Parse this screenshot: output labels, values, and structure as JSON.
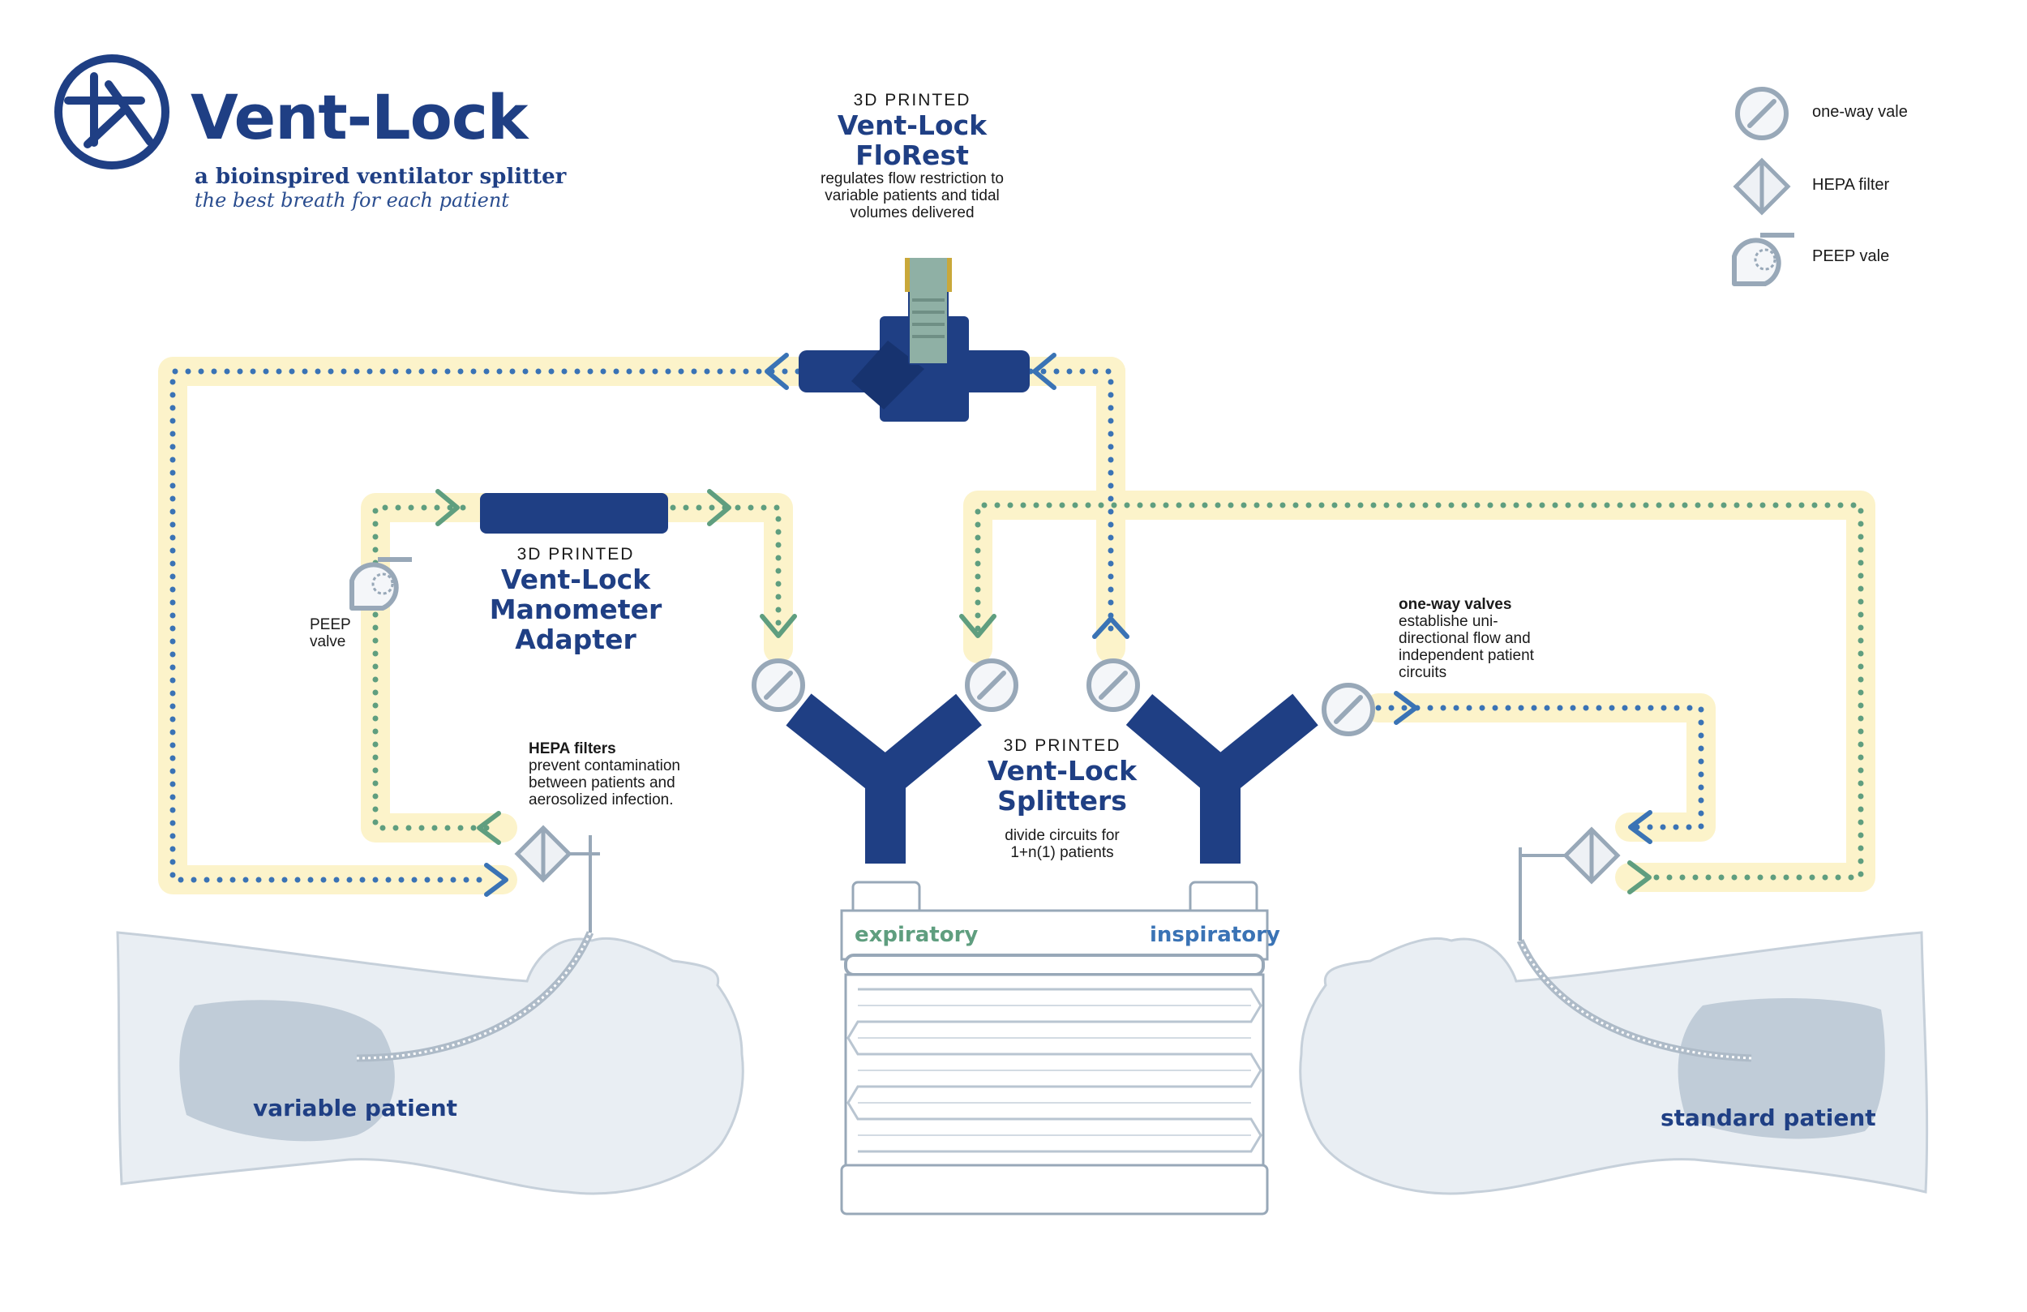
{
  "brand": {
    "title": "Vent-Lock",
    "tagline": "a bioinspired ventilator splitter",
    "subtitle": "the best breath for each patient"
  },
  "florest": {
    "pre": "3D PRINTED",
    "name_line1": "Vent-Lock",
    "name_line2": "FloRest",
    "desc_line1": "regulates flow restriction to",
    "desc_line2": "variable patients and tidal",
    "desc_line3": "volumes delivered"
  },
  "legend": {
    "items": [
      {
        "icon": "one-way-valve-icon",
        "label": "one-way vale"
      },
      {
        "icon": "hepa-filter-icon",
        "label": "HEPA filter"
      },
      {
        "icon": "peep-valve-icon",
        "label": "PEEP vale"
      }
    ]
  },
  "manometer": {
    "pre": "3D PRINTED",
    "name_line1": "Vent-Lock",
    "name_line2": "Manometer",
    "name_line3": "Adapter"
  },
  "peep": {
    "line1": "PEEP",
    "line2": "valve"
  },
  "hepa": {
    "title": "HEPA filters",
    "line1": "prevent contamination",
    "line2": "between patients and",
    "line3": "aerosolized infection."
  },
  "oneway": {
    "title": "one-way valves",
    "line1": "establishe uni-",
    "line2": "directional flow and",
    "line3": "independent patient",
    "line4": "circuits"
  },
  "splitters": {
    "pre": "3D PRINTED",
    "name_line1": "Vent-Lock",
    "name_line2": "Splitters",
    "desc_line1": "divide circuits for",
    "desc_line2": "1+n(1) patients"
  },
  "ventilator": {
    "expiratory": "expiratory",
    "inspiratory": "inspiratory"
  },
  "patients": {
    "left": "variable patient",
    "right": "standard patient"
  },
  "colors": {
    "navy": "#1f3f84",
    "tube": "#fcf3ca",
    "blue_flow": "#3a73b5",
    "green_flow": "#5f9e7f",
    "gray": "#98a8b8",
    "body": "#e9eef3"
  }
}
